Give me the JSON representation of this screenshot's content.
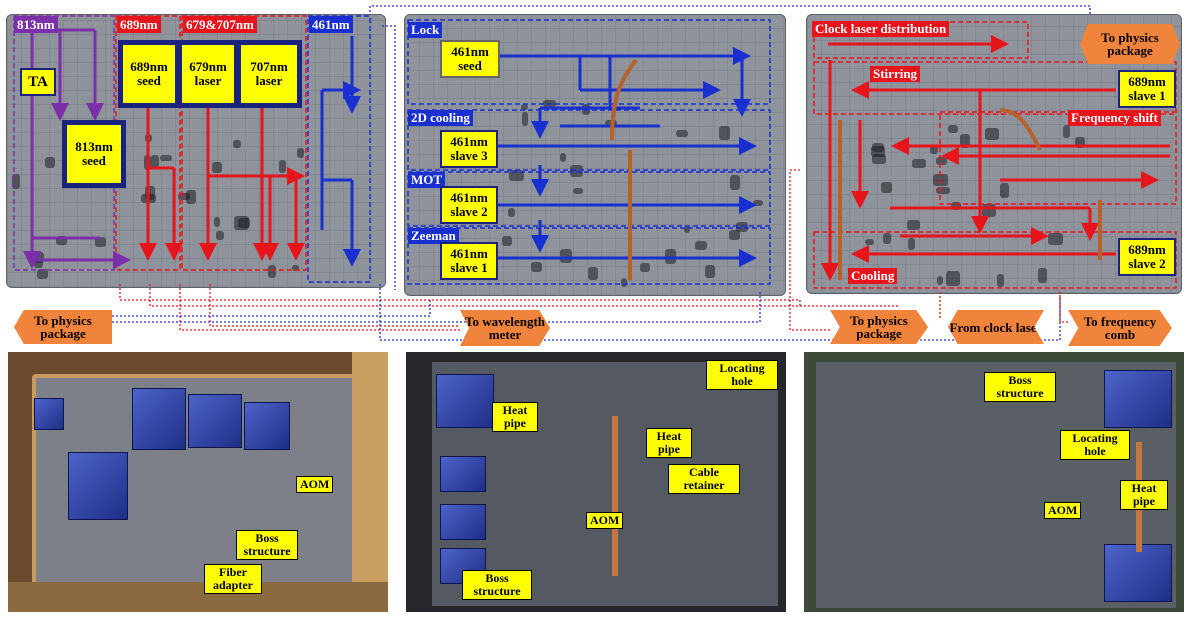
{
  "left_panel": {
    "headers": {
      "nm813": "813nm",
      "nm689": "689nm",
      "nm679_707": "679&707nm",
      "nm461": "461nm"
    },
    "labels": {
      "ta": "TA",
      "seed813": "813nm seed",
      "seed689": "689nm seed",
      "laser679": "679nm laser",
      "laser707": "707nm laser"
    }
  },
  "middle_panel": {
    "sections": {
      "lock": "Lock",
      "cooling2d": "2D cooling",
      "mot": "MOT",
      "zeeman": "Zeeman"
    },
    "labels": {
      "seed461": "461nm seed",
      "slave3": "461nm slave 3",
      "slave2": "461nm slave 2",
      "slave1": "461nm slave 1"
    }
  },
  "right_panel": {
    "sections": {
      "distribution": "Clock laser distribution",
      "stirring": "Stirring",
      "freq_shift": "Frequency shift",
      "cooling": "Cooling"
    },
    "labels": {
      "slave1": "689nm slave 1",
      "slave2": "689nm slave 2"
    }
  },
  "destinations": {
    "physics_pkg_top": "To physics package",
    "physics_pkg_left": "To physics package",
    "wavelength_meter": "To wavelength meter",
    "physics_pkg_mid": "To physics package",
    "from_clock": "From clock laser",
    "freq_comb": "To frequency comb"
  },
  "photos": {
    "left": {
      "aom": "AOM",
      "boss": "Boss structure",
      "fiber": "Fiber adapter"
    },
    "middle": {
      "heat_pipe_1": "Heat pipe",
      "heat_pipe_2": "Heat pipe",
      "locating": "Locating hole",
      "cable": "Cable retainer",
      "aom": "AOM",
      "boss": "Boss structure"
    },
    "right": {
      "boss": "Boss structure",
      "locating": "Locating hole",
      "aom": "AOM",
      "heat_pipe": "Heat pipe"
    }
  },
  "colors": {
    "violet": "#7b2fa8",
    "red": "#e8141b",
    "blue": "#1a2fd0",
    "orange": "#f0843c",
    "yellow": "#ffff00"
  }
}
